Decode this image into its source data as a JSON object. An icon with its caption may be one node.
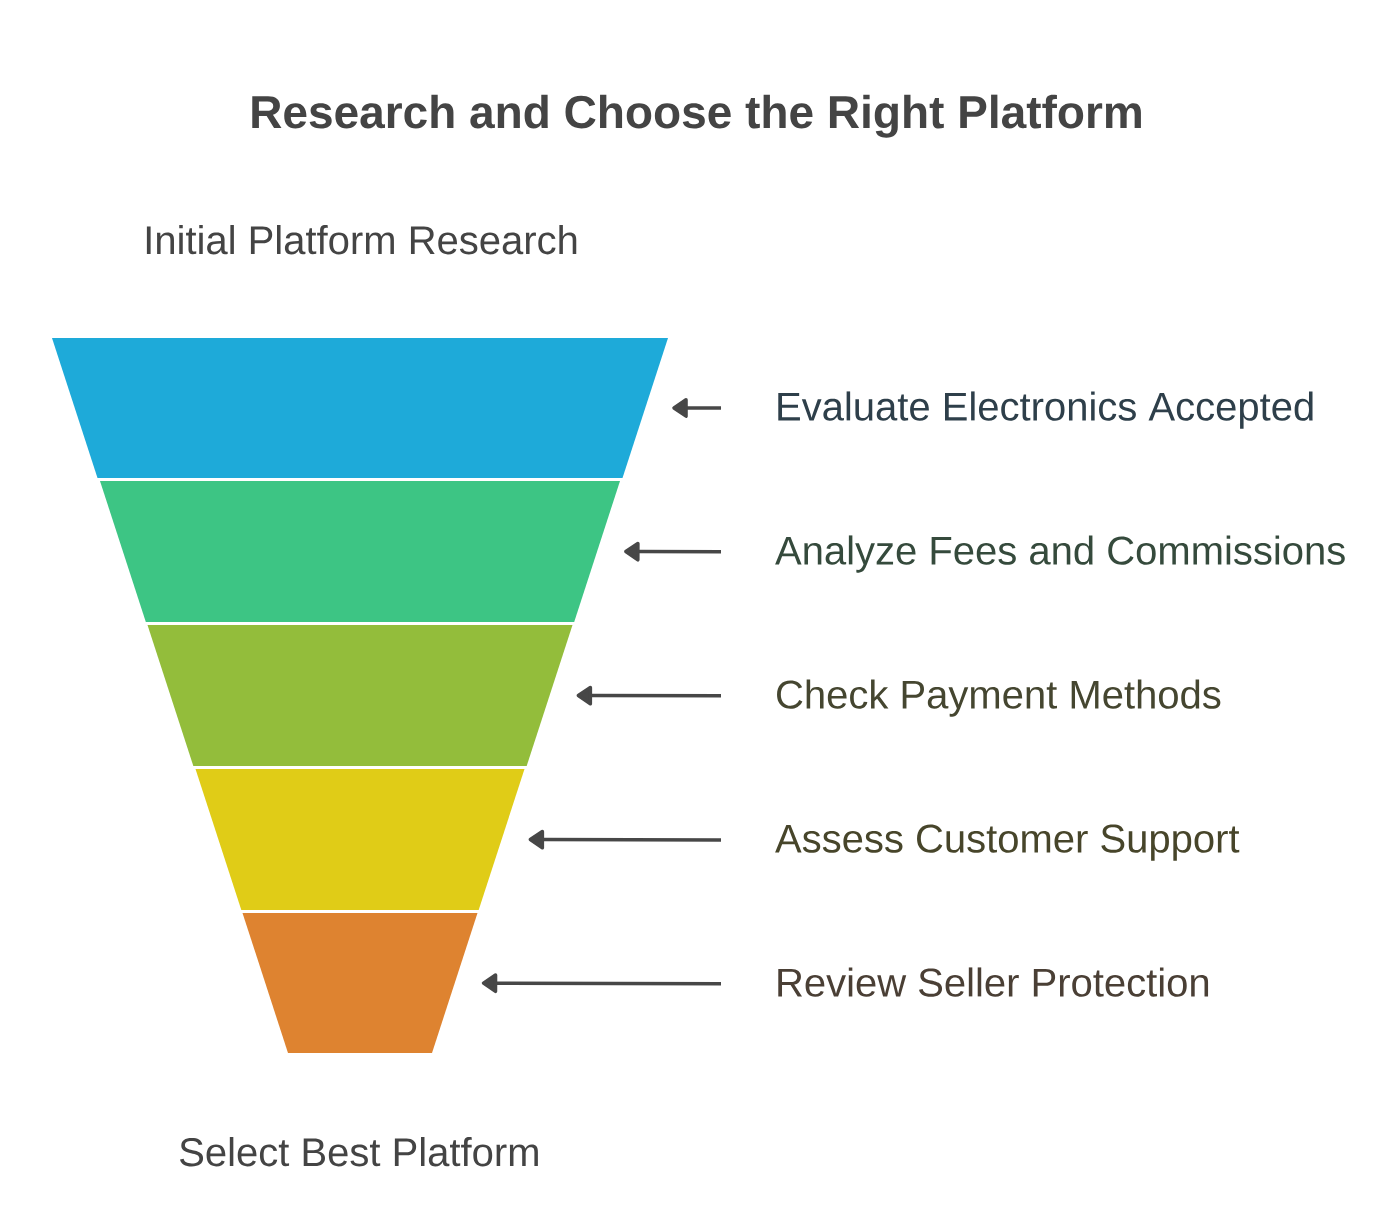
{
  "diagram": {
    "title": "Research and Choose the Right Platform",
    "nodes": [
      {
        "text": [],
        "shape": "trapezoid"
      },
      {
        "text": [],
        "shape": "trapezoid"
      },
      {
        "text": [],
        "shape": "trapezoid"
      },
      {
        "text": [],
        "shape": "trapezoid"
      },
      {
        "text": [],
        "shape": "trapezoid"
      },
      {
        "text": [
          "Evaluate Electronics Accepted"
        ]
      },
      {
        "text": [
          "Analyze Fees and Commissions"
        ]
      },
      {
        "text": [
          "Check Payment Methods"
        ]
      },
      {
        "text": [
          "Assess Customer Support"
        ]
      },
      {
        "text": [
          "Review Seller Protection"
        ]
      }
    ],
    "edges": [
      {
        "from": 5,
        "to": 0,
        "arrow": "to"
      },
      {
        "from": 6,
        "to": 1,
        "arrow": "to"
      },
      {
        "from": 7,
        "to": 2,
        "arrow": "to"
      },
      {
        "from": 8,
        "to": 3,
        "arrow": "to"
      },
      {
        "from": 9,
        "to": 4,
        "arrow": "to"
      }
    ],
    "labels": [
      "Initial Platform Research",
      "Select Best Platform"
    ]
  }
}
